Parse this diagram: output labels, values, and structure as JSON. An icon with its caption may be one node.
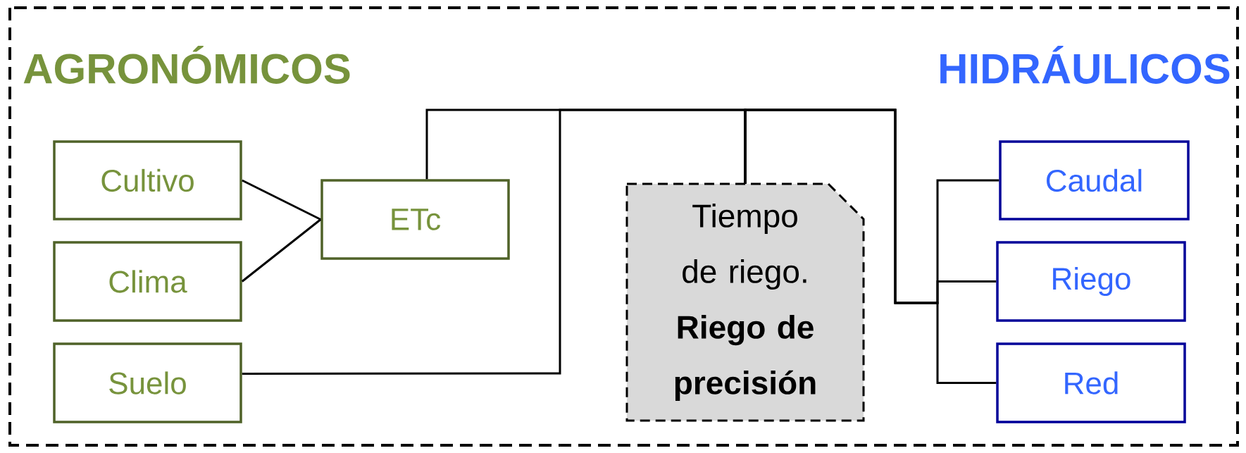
{
  "diagram": {
    "nodes": [
      {
        "text": [
          "Cultivo"
        ]
      },
      {
        "text": [
          "Clima"
        ]
      },
      {
        "text": [
          "Suelo"
        ]
      },
      {
        "text": [
          "ETc"
        ]
      },
      {
        "text": [
          "Tiempo de riego.",
          "Riego de precisión"
        ]
      },
      {
        "text": [
          "Caudal"
        ]
      },
      {
        "text": [
          "Riego"
        ]
      },
      {
        "text": [
          "Red"
        ]
      }
    ],
    "edges": [
      {
        "from": 0,
        "to": 3,
        "arrow": "none"
      },
      {
        "from": 1,
        "to": 3,
        "arrow": "none"
      },
      {
        "from": 3,
        "to": 4,
        "arrow": "none"
      },
      {
        "from": 2,
        "to": 4,
        "arrow": "none"
      },
      {
        "from": 4,
        "to": 5,
        "arrow": "none"
      },
      {
        "from": 4,
        "to": 6,
        "arrow": "none"
      },
      {
        "from": 4,
        "to": 7,
        "arrow": "none"
      }
    ],
    "labels": [
      "AGRONÓMICOS",
      "HIDRÁULICOS"
    ]
  }
}
